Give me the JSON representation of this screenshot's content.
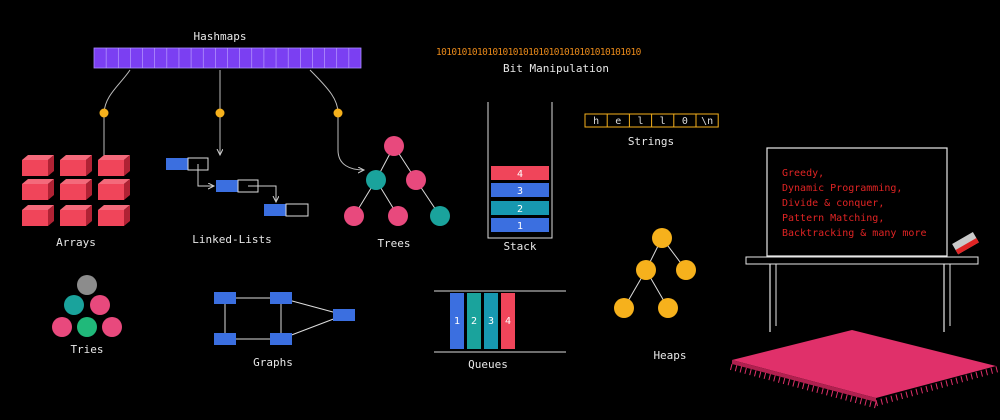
{
  "labels": {
    "hashmaps": "Hashmaps",
    "bit_manipulation": "Bit Manipulation",
    "arrays": "Arrays",
    "linked_lists": "Linked-Lists",
    "trees": "Trees",
    "stack": "Stack",
    "strings": "Strings",
    "tries": "Tries",
    "graphs": "Graphs",
    "queues": "Queues",
    "heaps": "Heaps"
  },
  "bits": "1010101010101010101010101010101010101010",
  "string_chars": [
    "h",
    "e",
    "l",
    "l",
    "0",
    "\\n"
  ],
  "stack_items": [
    "4",
    "3",
    "2",
    "1"
  ],
  "queue_items": [
    "1",
    "2",
    "3",
    "4"
  ],
  "board_lines": [
    "Greedy,",
    "Dynamic Programming,",
    "Divide & conquer,",
    "Pattern Matching,",
    "Backtracking & many more"
  ],
  "colors": {
    "purple": "#7b3ff2",
    "red": "#f0455a",
    "pink": "#e8497d",
    "teal": "#1aa39c",
    "green": "#20b97a",
    "blue": "#3b6fe0",
    "cyan": "#1798b0",
    "orange": "#f6b11c",
    "gray": "#8c8c8c",
    "rug": "#e0306a"
  }
}
